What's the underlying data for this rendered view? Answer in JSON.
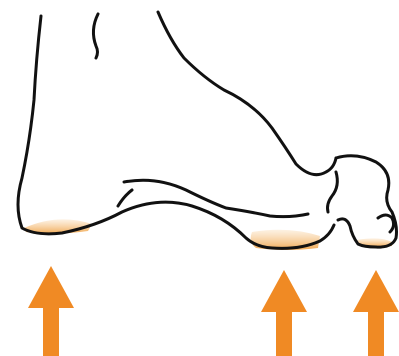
{
  "diagram": {
    "subject": "foot side view",
    "outline_color": "#111111",
    "pressure_color": "#f0a44a",
    "arrow_color": "#f08a24",
    "pressure_points": [
      "heel",
      "ball",
      "toe"
    ]
  }
}
